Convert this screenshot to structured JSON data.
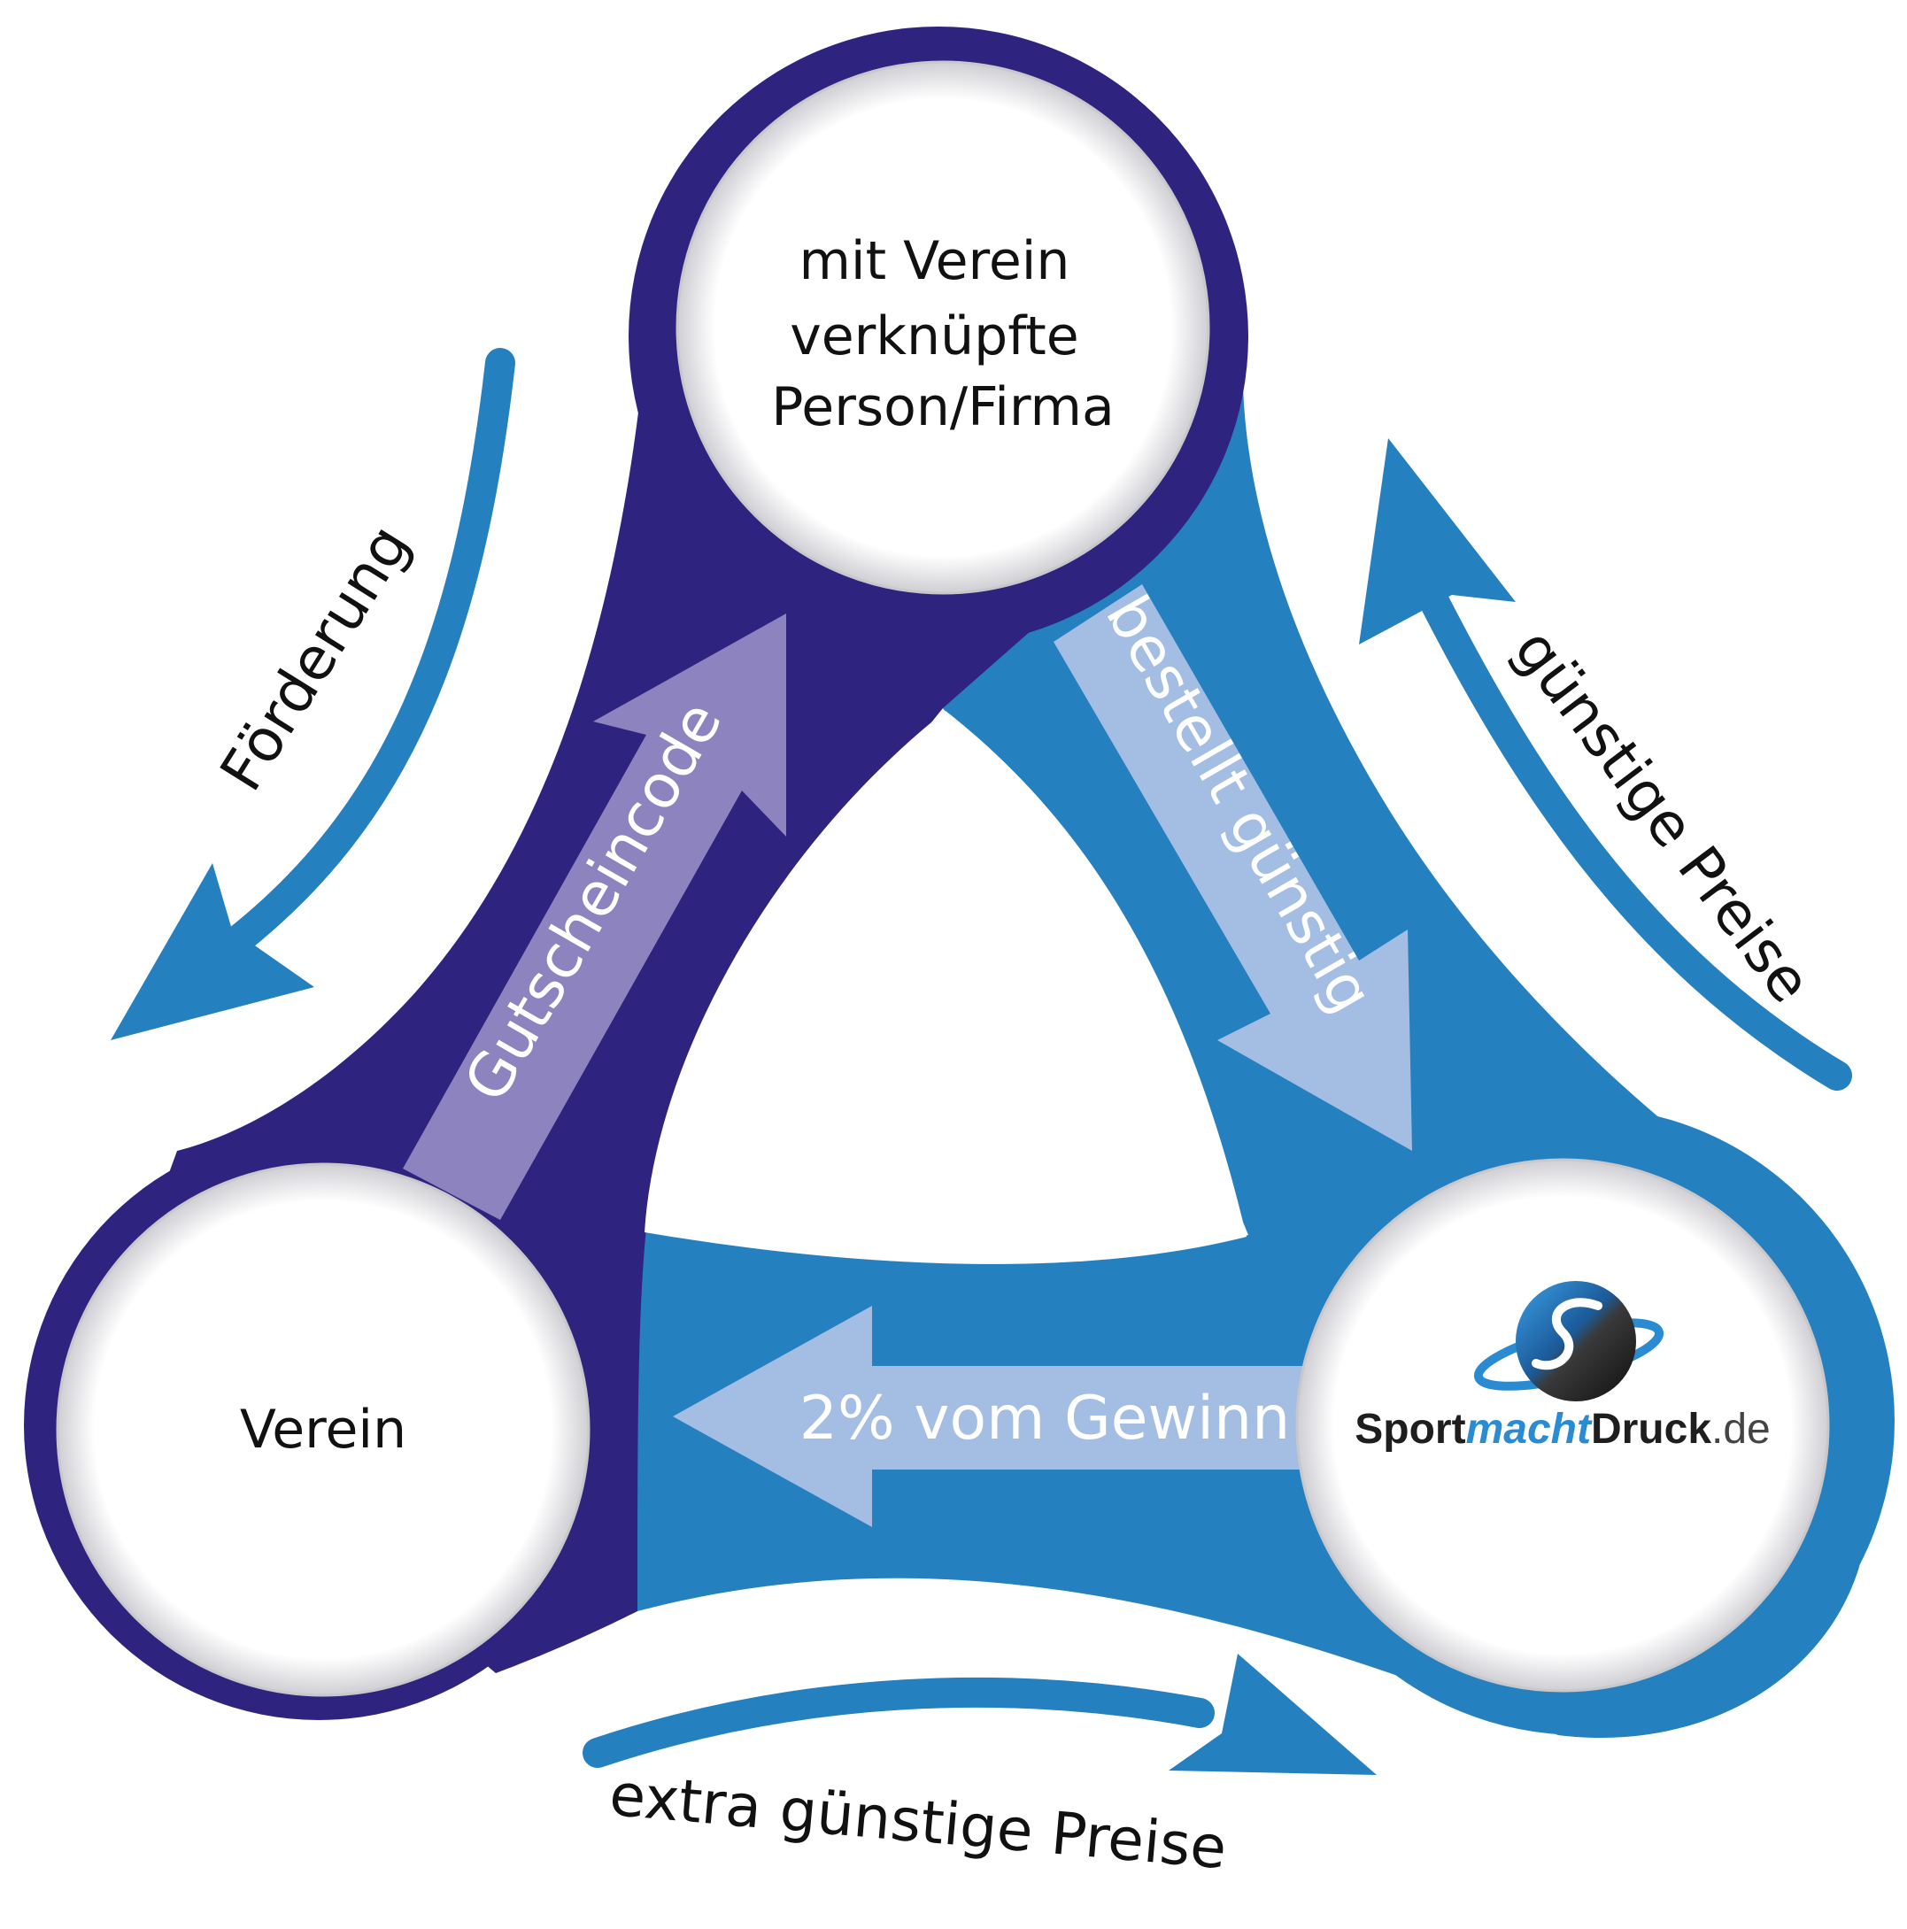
{
  "nodes": {
    "top": {
      "label_lines": [
        "mit Verein",
        "verknüpfte",
        "Person/Firma"
      ]
    },
    "left": {
      "label": "Verein"
    },
    "right": {
      "logo": {
        "part1": "Sport",
        "part2": "macht",
        "part3": "Druck",
        "part4": ".de"
      }
    }
  },
  "flows": {
    "gutscheincode": "Gutscheincode",
    "bestellt": "bestellt günstig",
    "gewinn": "2% vom Gewinn"
  },
  "outer": {
    "foerderung": "Förderung",
    "guenstige_preise": "günstige Preise",
    "extra": "extra günstige Preise"
  },
  "colors": {
    "dark_blue": "#2e2480",
    "mid_blue": "#2580c0",
    "light_blue_arrow": "#a3bde3",
    "lavender_arrow": "#8d84bf",
    "logo_dark": "#1e1e1e",
    "logo_blue": "#2a8bd3"
  }
}
